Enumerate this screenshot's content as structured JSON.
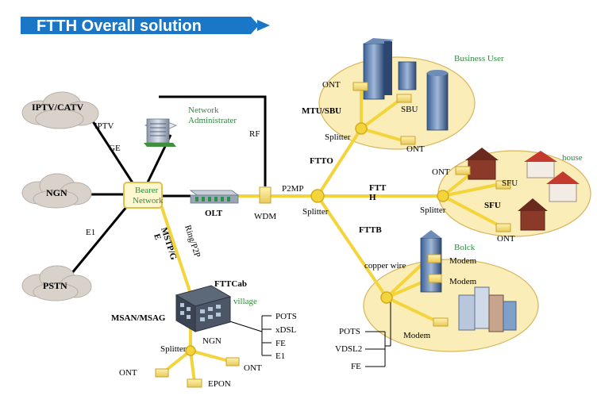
{
  "title": "FTTH Overall solution",
  "colors": {
    "banner": "#1a77c8",
    "fiber": "#f4d43b",
    "fiber_edge": "#e0b820",
    "zone": "#fbedb8",
    "zone_edge": "#d8b45a",
    "cloud": "#d9d2cb",
    "black": "#000000",
    "green_text": "#2e8b3e"
  },
  "clouds": {
    "iptv": "IPTV/CATV",
    "ngn": "NGN",
    "pstn": "PSTN"
  },
  "links": {
    "iptv": "IPTV",
    "ge": "GE",
    "e1": "E1",
    "rf": "RF",
    "p2mp": "P2MP"
  },
  "core": {
    "network_admin_1": "Network",
    "network_admin_2": "Administrater",
    "bearer_1": "Bearer",
    "bearer_2": "Network",
    "olt": "OLT",
    "wdm": "WDM",
    "mstp_1": "MSTP/G",
    "mstp_2": "E",
    "ring": "Ring/P2P"
  },
  "center": {
    "splitter": "Splitter",
    "ftto": "FTTO",
    "ftth_1": "FTT",
    "ftth_2": "H",
    "fttb": "FTTB"
  },
  "business": {
    "label": "Business User",
    "mtu": "MTU/SBU",
    "ont_top": "ONT",
    "sbu": "SBU",
    "ont_bottom": "ONT",
    "splitter": "Splitter"
  },
  "house": {
    "label": "house",
    "ont_top": "ONT",
    "sfu_top": "SFU",
    "sfu_mid": "SFU",
    "splitter": "Splitter",
    "ont_bottom": "ONT"
  },
  "block": {
    "label": "Bolck",
    "copper": "copper wire",
    "modem_1": "Modem",
    "modem_2": "Modem",
    "modem_3": "Modem",
    "services": [
      "POTS",
      "VDSL2",
      "FE"
    ]
  },
  "village": {
    "fttcab": "FTTCab",
    "village": "village",
    "msan": "MSAN/MSAG",
    "ngn": "NGN",
    "services": [
      "POTS",
      "xDSL",
      "FE",
      "E1"
    ],
    "splitter": "Splitter",
    "ont_left": "ONT",
    "ont_right": "ONT",
    "epon": "EPON"
  }
}
